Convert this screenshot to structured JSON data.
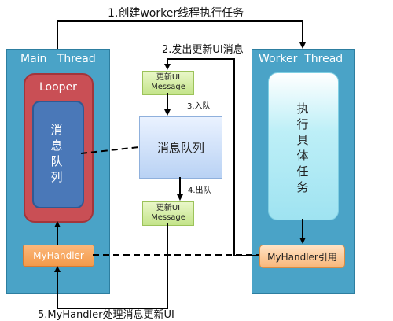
{
  "labels": {
    "step1": "1.创建worker线程执行任务",
    "step2": "2.发出更新UI消息",
    "step3": "3.入队",
    "step4": "4.出队",
    "step5": "5.MyHandler处理消息更新UI"
  },
  "main_thread": {
    "title": "Main   Thread",
    "looper": "Looper",
    "message_loop": "消\n息\n队\n列",
    "handler": "MyHandler"
  },
  "worker_thread": {
    "title": "Worker  Thread",
    "task": "执\n行\n具\n体\n任\n务",
    "handler_ref": "MyHandler引用"
  },
  "center": {
    "message_top": "更新UI\nMessage",
    "queue": "消息队列",
    "message_bottom": "更新UI\nMessage"
  },
  "colors": {
    "panel": "#4aa3c7",
    "looper": "#c94f55",
    "message_loop": "#4a78b8",
    "handler": "#f39a4a",
    "message": "#c4e48a",
    "queue": "#b9d2f4"
  }
}
